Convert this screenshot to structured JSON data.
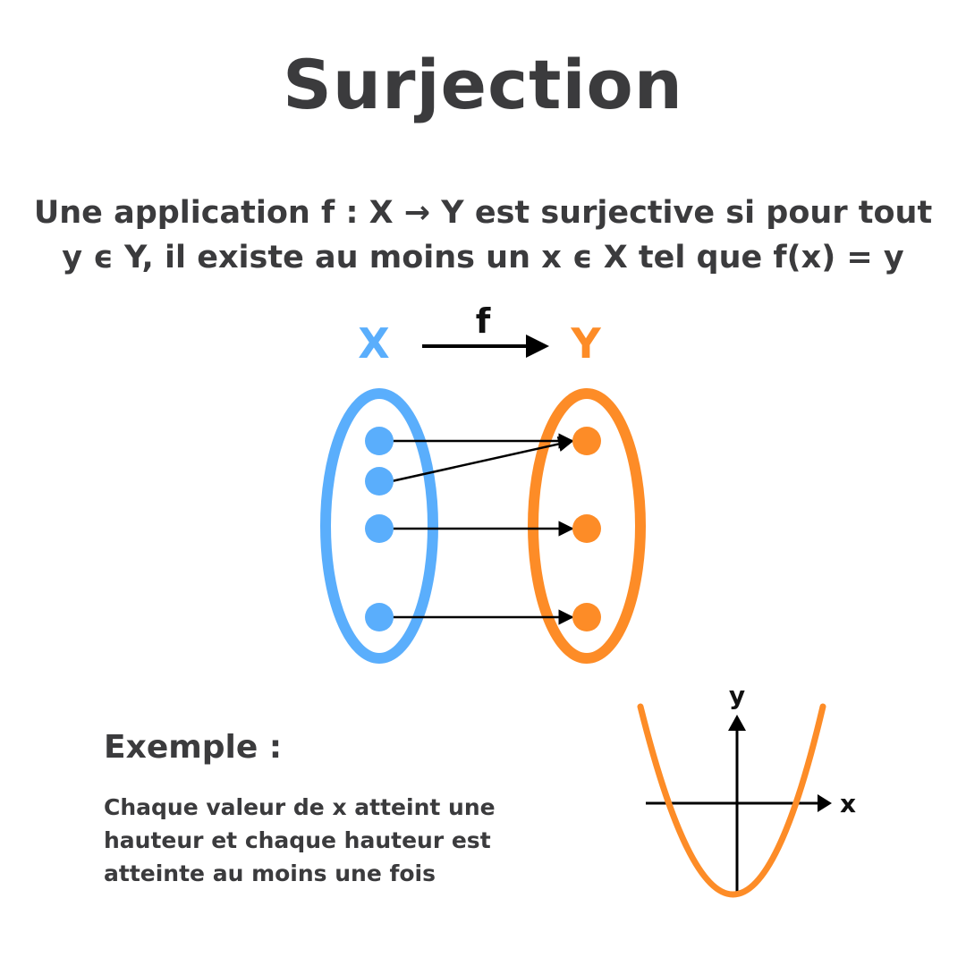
{
  "title": "Surjection",
  "definition": {
    "line1": "Une application f : X → Y est surjective si pour tout",
    "line2": "y ϵ Y, il existe au moins un x ϵ X  tel que f(x) = y"
  },
  "diagram": {
    "domain_label": "X",
    "codomain_label": "Y",
    "function_label": "f",
    "domain_color": "#5aaefc",
    "codomain_color": "#fd8c27",
    "domain_points": 4,
    "codomain_points": 3,
    "mapping": [
      [
        0,
        0
      ],
      [
        1,
        0
      ],
      [
        2,
        1
      ],
      [
        3,
        2
      ]
    ]
  },
  "example": {
    "heading": "Exemple :",
    "line1": "Chaque valeur de x atteint une",
    "line2": "hauteur et chaque hauteur est",
    "line3": "atteinte au moins une fois"
  },
  "graph": {
    "x_label": "x",
    "y_label": "y",
    "curve_color": "#fd8c27",
    "curve": "parabola"
  }
}
